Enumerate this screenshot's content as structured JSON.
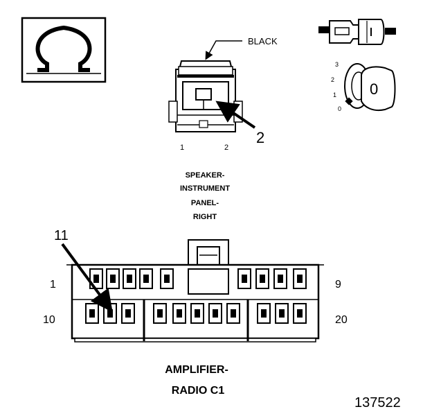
{
  "ohm_symbol": "Ω",
  "speaker_connector": {
    "color_label": "BLACK",
    "callout": "2",
    "pins": [
      "1",
      "2"
    ],
    "title_lines": [
      "SPEAKER-",
      "INSTRUMENT",
      "PANEL-",
      "RIGHT"
    ]
  },
  "key_switch": {
    "positions": [
      "3",
      "2",
      "1",
      "0"
    ],
    "key_label": "0"
  },
  "amplifier_connector": {
    "callout": "11",
    "row_labels": {
      "top_left": "1",
      "top_right": "9",
      "bottom_left": "10",
      "bottom_right": "20"
    },
    "title_lines": [
      "AMPLIFIER-",
      "RADIO C1"
    ]
  },
  "figure_number": "137522"
}
